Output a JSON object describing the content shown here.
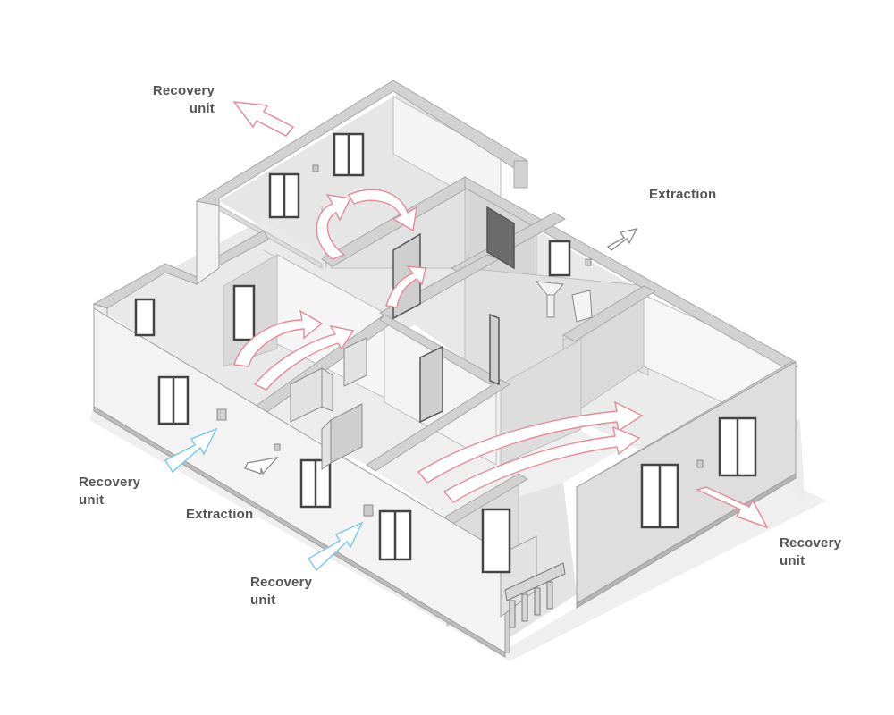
{
  "labels": {
    "recovery_top": [
      "Recovery",
      "unit"
    ],
    "extraction_top": "Extraction",
    "recovery_left": [
      "Recovery",
      "unit"
    ],
    "extraction_bottom": "Extraction",
    "recovery_bottom": [
      "Recovery",
      "unit"
    ],
    "recovery_right": [
      "Recovery",
      "unit"
    ]
  },
  "colors": {
    "supply_arrow": "#7fc9e6",
    "exhaust_arrow": "#e88a98",
    "extraction_arrow": "#8a8a8a",
    "wall_top": "#d2d2d2",
    "wall_face": "#f2f2f2",
    "wall_shade": "#dcdcdc",
    "label_text": "#555555"
  },
  "icons": [
    "recovery-outflow-arrow",
    "recovery-inflow-arrow",
    "extraction-arrow",
    "airflow-arrow"
  ]
}
